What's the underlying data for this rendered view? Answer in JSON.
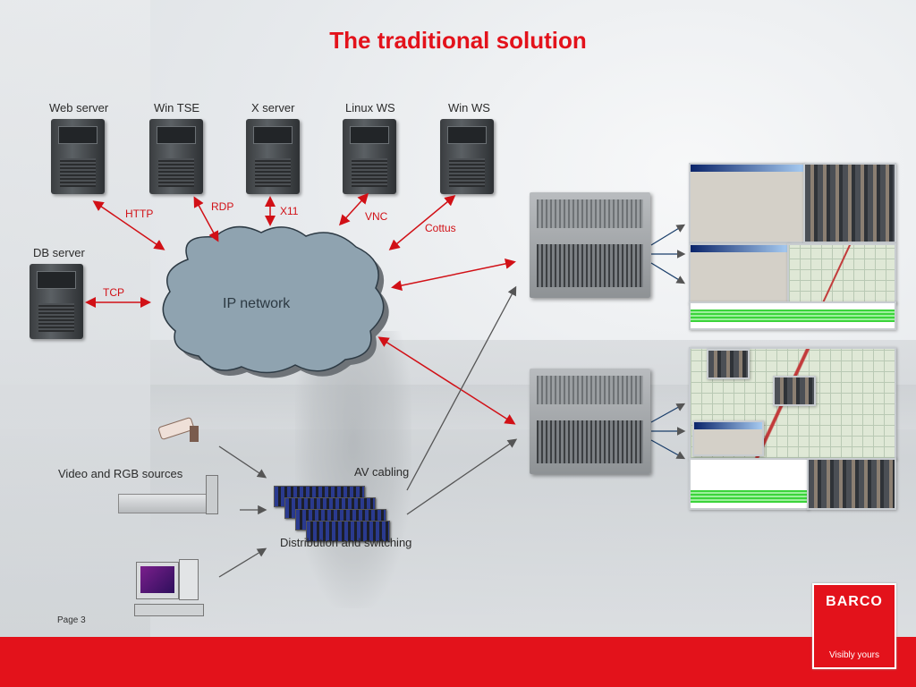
{
  "slide": {
    "title": "The traditional solution",
    "page_label": "Page 3"
  },
  "servers": [
    {
      "label": "Web server",
      "protocol": "HTTP"
    },
    {
      "label": "Win TSE",
      "protocol": "RDP"
    },
    {
      "label": "X server",
      "protocol": "X11"
    },
    {
      "label": "Linux WS",
      "protocol": "VNC"
    },
    {
      "label": "Win WS",
      "protocol": "Cottus"
    }
  ],
  "db": {
    "label": "DB server",
    "protocol": "TCP"
  },
  "network": {
    "label": "IP network"
  },
  "sources": {
    "label": "Video and RGB sources",
    "cabling_label": "AV cabling",
    "distribution_label": "Distribution and switching"
  },
  "brand": {
    "logo": "BARCO",
    "tagline": "Visibly yours"
  },
  "colors": {
    "accent": "#e3121b",
    "arrow_red": "#d11016",
    "arrow_gray": "#555555",
    "cloud": "#8fa3b0"
  }
}
